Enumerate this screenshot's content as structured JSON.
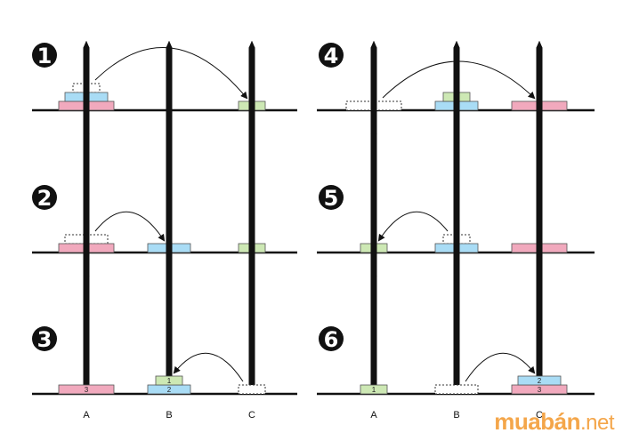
{
  "colors": {
    "disk_1": "#cde8b4",
    "disk_2": "#a9dcf5",
    "disk_3": "#f1a9bd",
    "peg": "#111111",
    "arrow": "#111111",
    "watermark": "#f4a64a"
  },
  "peg_labels": [
    "A",
    "B",
    "C"
  ],
  "steps": [
    {
      "number": "❶",
      "pegs": [
        [
          "3",
          "2"
        ],
        [],
        [
          "1"
        ]
      ],
      "move": {
        "from": 0,
        "to": 2
      }
    },
    {
      "number": "❷",
      "pegs": [
        [
          "3"
        ],
        [
          "2"
        ],
        [
          "1"
        ]
      ],
      "move": {
        "from": 0,
        "to": 1
      }
    },
    {
      "number": "❸",
      "pegs": [
        [
          "3"
        ],
        [
          "2",
          "1"
        ],
        []
      ],
      "move": {
        "from": 2,
        "to": 1
      }
    },
    {
      "number": "❹",
      "pegs": [
        [],
        [
          "2",
          "1"
        ],
        [
          "3"
        ]
      ],
      "move": {
        "from": 0,
        "to": 2
      }
    },
    {
      "number": "❺",
      "pegs": [
        [
          "1"
        ],
        [
          "2"
        ],
        [
          "3"
        ]
      ],
      "move": {
        "from": 1,
        "to": 0
      }
    },
    {
      "number": "❻",
      "pegs": [
        [
          "1"
        ],
        [],
        [
          "3",
          "2"
        ]
      ],
      "move": {
        "from": 1,
        "to": 2
      }
    }
  ],
  "watermark": {
    "brand": "muabán",
    "suffix": ".net"
  }
}
